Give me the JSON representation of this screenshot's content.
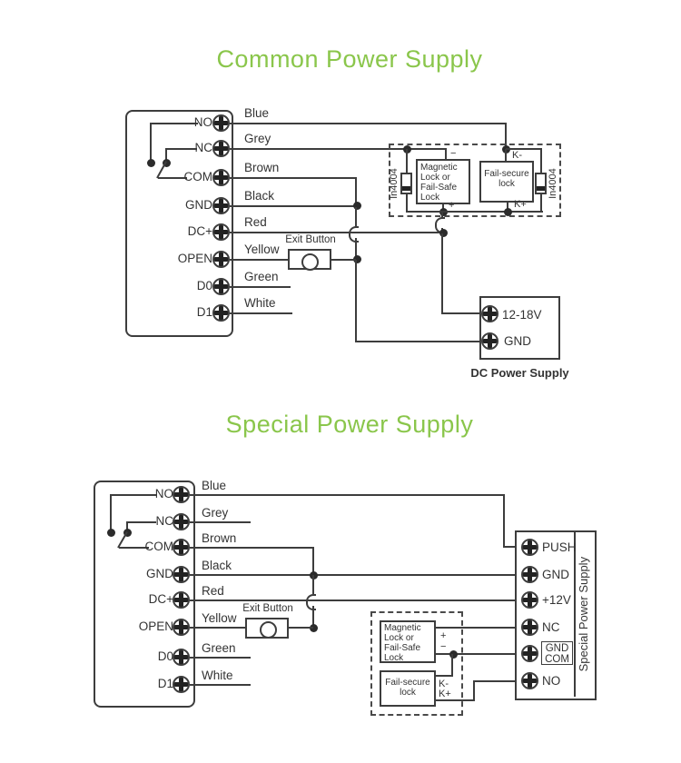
{
  "titles": {
    "common": "Common Power Supply",
    "special": "Special Power Supply"
  },
  "colors": {
    "title_green": "#8AC64B",
    "line": "#3D3D3D"
  },
  "device": {
    "terminals": [
      {
        "name": "NO",
        "wire": "Blue"
      },
      {
        "name": "NC",
        "wire": "Grey"
      },
      {
        "name": "COM",
        "wire": "Brown"
      },
      {
        "name": "GND",
        "wire": "Black"
      },
      {
        "name": "DC+",
        "wire": "Red"
      },
      {
        "name": "OPEN",
        "wire": "Yellow"
      },
      {
        "name": "D0",
        "wire": "Green"
      },
      {
        "name": "D1",
        "wire": "White"
      }
    ]
  },
  "exit_button_label": "Exit Button",
  "locks": {
    "magnetic": "Magnetic\nLock or\nFail-Safe\nLock",
    "fail_secure": "Fail-secure\nlock",
    "diode": "In4004",
    "minus": "−",
    "plus": "+",
    "k_minus": "K-",
    "k_plus": "K+"
  },
  "dc_supply": {
    "caption": "DC Power Supply",
    "terminal_12_18v": "12-18V",
    "terminal_gnd": "GND"
  },
  "special_supply": {
    "side_label": "Special Power Supply",
    "push": "PUSH",
    "gnd": "GND",
    "v12": "+12V",
    "nc": "NC",
    "gnd_com_line1": "GND",
    "gnd_com_line2": "COM",
    "no": "NO"
  }
}
